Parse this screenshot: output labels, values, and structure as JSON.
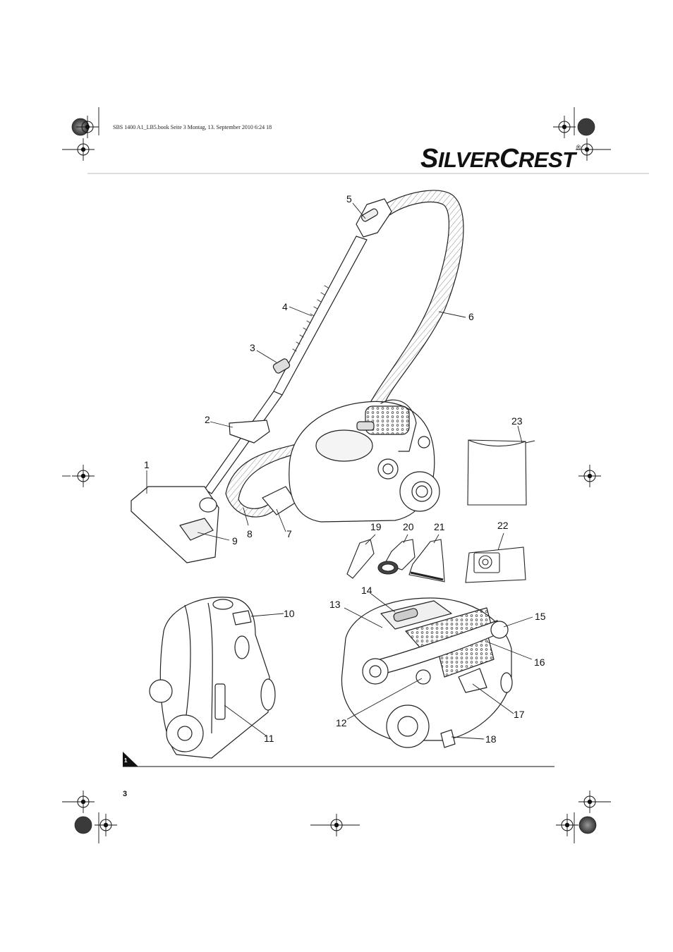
{
  "header": {
    "print_info": "SBS 1400 A1_LB5.book  Seite 3  Montag, 13. September 2010  6:24 18"
  },
  "brand": {
    "first_initial": "S",
    "first_rest": "ILVER",
    "second_initial": "C",
    "second_rest": "REST",
    "registered": "®"
  },
  "figure": {
    "number": "1",
    "callouts": [
      "1",
      "2",
      "3",
      "4",
      "5",
      "6",
      "7",
      "8",
      "9",
      "10",
      "11",
      "12",
      "13",
      "14",
      "15",
      "16",
      "17",
      "18",
      "19",
      "20",
      "21",
      "22",
      "23"
    ]
  },
  "footer": {
    "page_number": "3"
  }
}
